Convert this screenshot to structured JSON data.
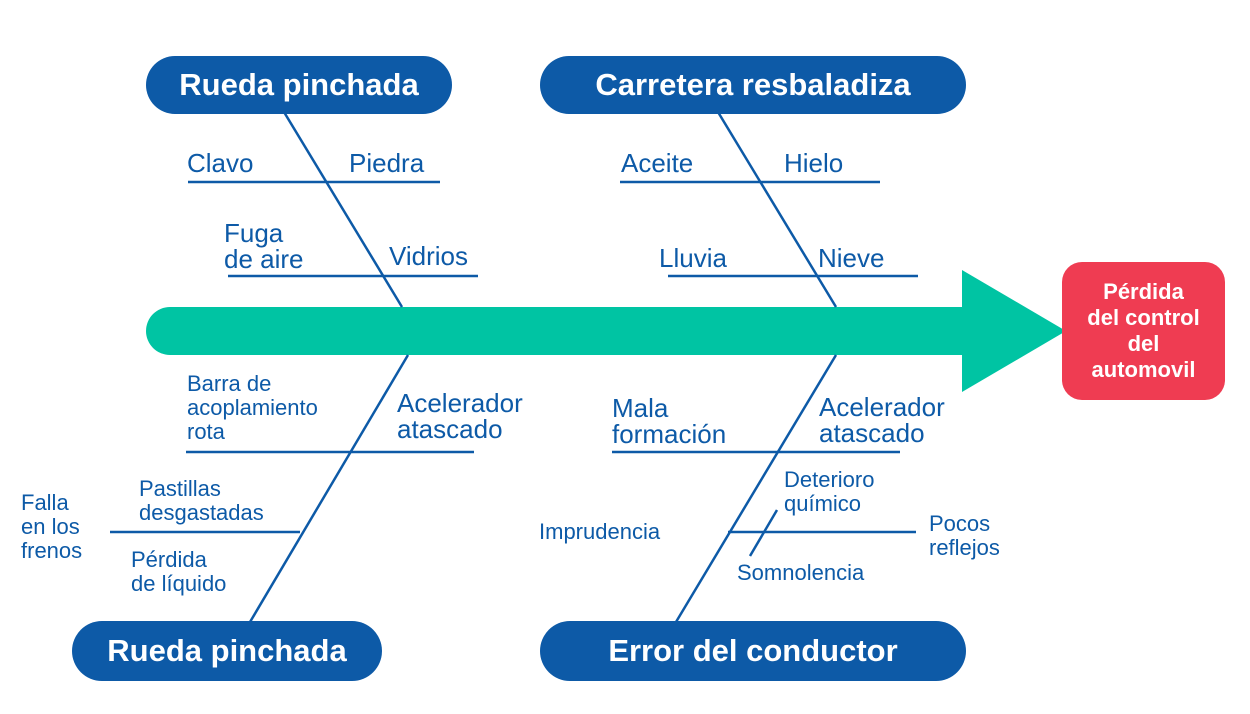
{
  "effect": "Pérdida\ndel control\ndel\nautomovil",
  "categories": [
    {
      "title": "Rueda pinchada",
      "causes": [
        "Clavo",
        "Piedra",
        "Fuga\nde aire",
        "Vidrios"
      ]
    },
    {
      "title": "Carretera resbaladiza",
      "causes": [
        "Aceite",
        "Hielo",
        "Lluvia",
        "Nieve"
      ]
    },
    {
      "title": "Rueda pinchada",
      "causes": [
        "Barra de\nacoplamiento\nrota",
        "Acelerador\natascado",
        "Falla\nen los\nfrenos",
        "Pastillas\ndesgastadas",
        "Pérdida\nde líquido"
      ]
    },
    {
      "title": "Error del conductor",
      "causes": [
        "Mala\nformación",
        "Acelerador\natascado",
        "Imprudencia",
        "Deterioro\nquímico",
        "Pocos\nreflejos",
        "Somnolencia"
      ]
    }
  ],
  "colors": {
    "category": "#0d5aa7",
    "spine": "#00c4a3",
    "effect": "#ef3c52",
    "text": "#0d5aa7"
  }
}
